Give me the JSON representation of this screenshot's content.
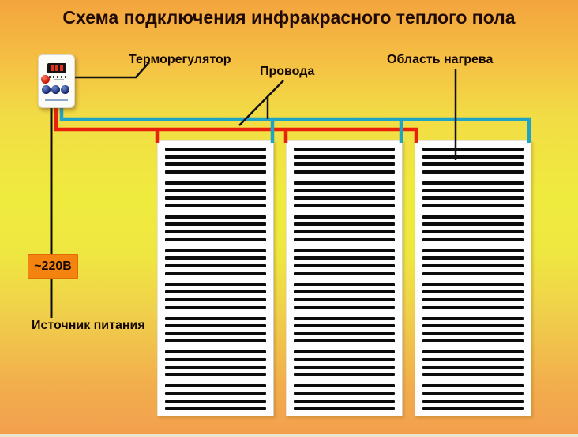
{
  "title": "Схема подключения инфракрасного теплого пола",
  "labels": {
    "thermostat": "Терморегулятор",
    "wires": "Провода",
    "heating_area": "Область нагрева",
    "voltage": "~220В",
    "power_source": "Источник питания"
  },
  "diagram": {
    "panels": {
      "count": 3,
      "stripes_per_panel": 32,
      "stripe_group_size": 4
    },
    "wire_colors": {
      "phase_red": "#e8220a",
      "neutral_blue": "#1fa3c6",
      "power_black": "#0a0a0a"
    },
    "background": {
      "top": "#f4a43d",
      "middle": "#efeb3e",
      "bottom": "#f39f4e"
    },
    "voltage_box_color": "#f5830f",
    "title_color": "#1f0a05"
  },
  "thermostat_device": {
    "display": "led-display",
    "power_button": "red-round-button",
    "control_buttons": 3
  }
}
